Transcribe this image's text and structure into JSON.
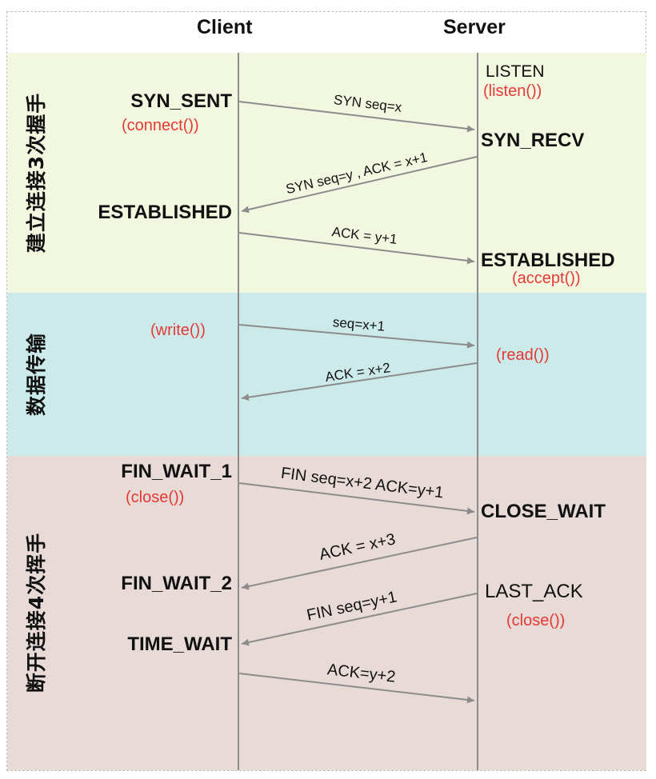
{
  "columns": {
    "client": "Client",
    "server": "Server"
  },
  "phases": {
    "handshake": "建立连接3次握手",
    "transfer": "数据传输",
    "teardown": "断开连接4次挥手"
  },
  "client_states": {
    "syn_sent": "SYN_SENT",
    "established": "ESTABLISHED",
    "fin_wait_1": "FIN_WAIT_1",
    "fin_wait_2": "FIN_WAIT_2",
    "time_wait": "TIME_WAIT"
  },
  "server_states": {
    "listen": "LISTEN",
    "syn_recv": "SYN_RECV",
    "established": "ESTABLISHED",
    "close_wait": "CLOSE_WAIT",
    "last_ack": "LAST_ACK"
  },
  "client_calls": {
    "connect": "(connect())",
    "write": "(write())",
    "close": "(close())"
  },
  "server_calls": {
    "listen": "(listen())",
    "accept": "(accept())",
    "read": "(read())",
    "close": "(close())"
  },
  "messages": {
    "m1": "SYN seq=x",
    "m2": "SYN seq=y , ACK = x+1",
    "m3": "ACK = y+1",
    "m4": "seq=x+1",
    "m5": "ACK = x+2",
    "m6": "FIN seq=x+2 ACK=y+1",
    "m7": "ACK = x+3",
    "m8": "FIN seq=y+1",
    "m9": "ACK=y+2"
  },
  "colors": {
    "state_call": "#e53935",
    "arrow": "#8c8c8c"
  }
}
